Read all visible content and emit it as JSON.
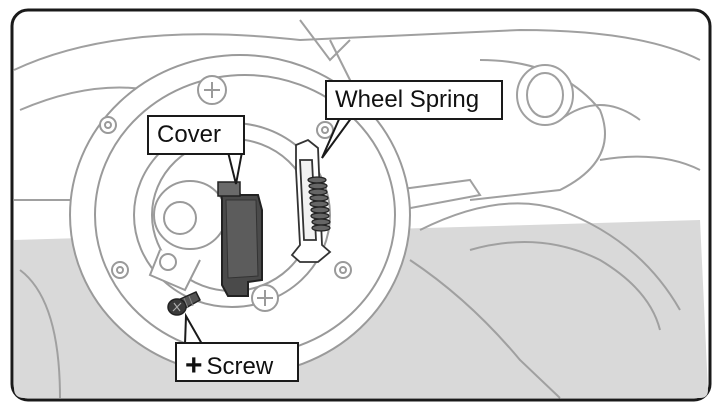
{
  "labels": {
    "cover": "Cover",
    "wheel_spring": "Wheel Spring",
    "screw": "Screw",
    "screw_prefix_symbol": "+"
  },
  "icons": {
    "screw_type": "phillips-plus-icon"
  },
  "colors": {
    "frame_border": "#1a1a1a",
    "line_art": "#9a9a9a",
    "background_fill": "#d9d9d9",
    "part_dark": "#4a4a4a"
  }
}
